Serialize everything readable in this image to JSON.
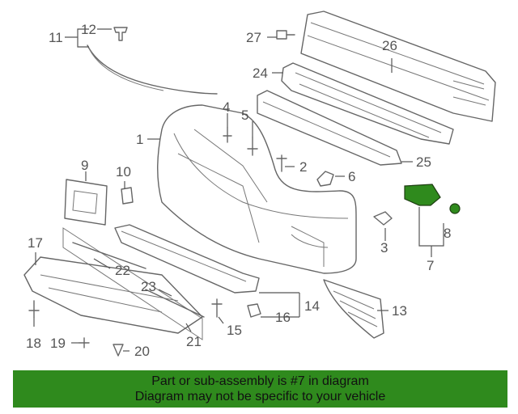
{
  "callouts": [
    {
      "id": "c1",
      "text": "1"
    },
    {
      "id": "c2",
      "text": "2"
    },
    {
      "id": "c3",
      "text": "3"
    },
    {
      "id": "c4",
      "text": "4"
    },
    {
      "id": "c5",
      "text": "5"
    },
    {
      "id": "c6",
      "text": "6"
    },
    {
      "id": "c7",
      "text": "7"
    },
    {
      "id": "c8",
      "text": "8"
    },
    {
      "id": "c9",
      "text": "9"
    },
    {
      "id": "c10",
      "text": "10"
    },
    {
      "id": "c11",
      "text": "11"
    },
    {
      "id": "c12",
      "text": "12"
    },
    {
      "id": "c13",
      "text": "13"
    },
    {
      "id": "c14",
      "text": "14"
    },
    {
      "id": "c15",
      "text": "15"
    },
    {
      "id": "c16",
      "text": "16"
    },
    {
      "id": "c17",
      "text": "17"
    },
    {
      "id": "c18",
      "text": "18"
    },
    {
      "id": "c19",
      "text": "19"
    },
    {
      "id": "c20",
      "text": "20"
    },
    {
      "id": "c21",
      "text": "21"
    },
    {
      "id": "c22",
      "text": "22"
    },
    {
      "id": "c23",
      "text": "23"
    },
    {
      "id": "c24",
      "text": "24"
    },
    {
      "id": "c25",
      "text": "25"
    },
    {
      "id": "c26",
      "text": "26"
    },
    {
      "id": "c27",
      "text": "27"
    }
  ],
  "highlight": {
    "part": "7",
    "color": "#2f8a1d"
  },
  "banner": {
    "line1": "Part or sub-assembly is #7 in diagram",
    "line2": "Diagram may not be specific to your vehicle",
    "background": "#2f8a1d"
  }
}
